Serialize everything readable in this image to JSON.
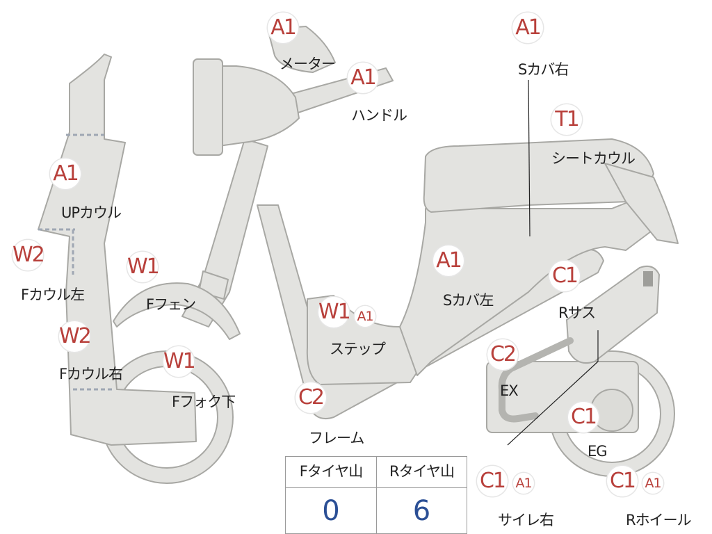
{
  "parts": [
    {
      "id": "meter",
      "grade": "A1",
      "label": "メーター"
    },
    {
      "id": "handle",
      "grade": "A1",
      "label": "ハンドル"
    },
    {
      "id": "s-cover-right",
      "grade": "A1",
      "label": "Sカバ右"
    },
    {
      "id": "seat-cowl",
      "grade": "T1",
      "label": "シートカウル"
    },
    {
      "id": "up-cowl",
      "grade": "A1",
      "label": "UPカウル"
    },
    {
      "id": "f-cowl-left",
      "grade": "W2",
      "label": "Fカウル左"
    },
    {
      "id": "f-fender",
      "grade": "W1",
      "label": "Fフェン"
    },
    {
      "id": "f-cowl-right",
      "grade": "W2",
      "label": "Fカウル右"
    },
    {
      "id": "f-fork-lower",
      "grade": "W1",
      "label": "Fフォク下"
    },
    {
      "id": "s-cover-left",
      "grade": "A1",
      "label": "Sカバ左"
    },
    {
      "id": "step",
      "grade": "W1",
      "grade2": "A1",
      "label": "ステップ"
    },
    {
      "id": "r-suspension",
      "grade": "C1",
      "label": "Rサス"
    },
    {
      "id": "exhaust",
      "grade": "C2",
      "label": "EX"
    },
    {
      "id": "frame",
      "grade": "C2",
      "label": "フレーム"
    },
    {
      "id": "engine",
      "grade": "C1",
      "label": "EG"
    },
    {
      "id": "muffler-right",
      "grade": "C1",
      "grade2": "A1",
      "label": "サイレ右"
    },
    {
      "id": "r-wheel",
      "grade": "C1",
      "grade2": "A1",
      "label": "Rホイール"
    }
  ],
  "tire_table": {
    "headers": [
      "Fタイヤ山",
      "Rタイヤ山"
    ],
    "values": [
      "0",
      "6"
    ]
  },
  "colors": {
    "part_fill": "#e3e3e0",
    "part_stroke": "#a8a8a4",
    "grade_text": "#b8403b",
    "value_text": "#2b4f95"
  }
}
